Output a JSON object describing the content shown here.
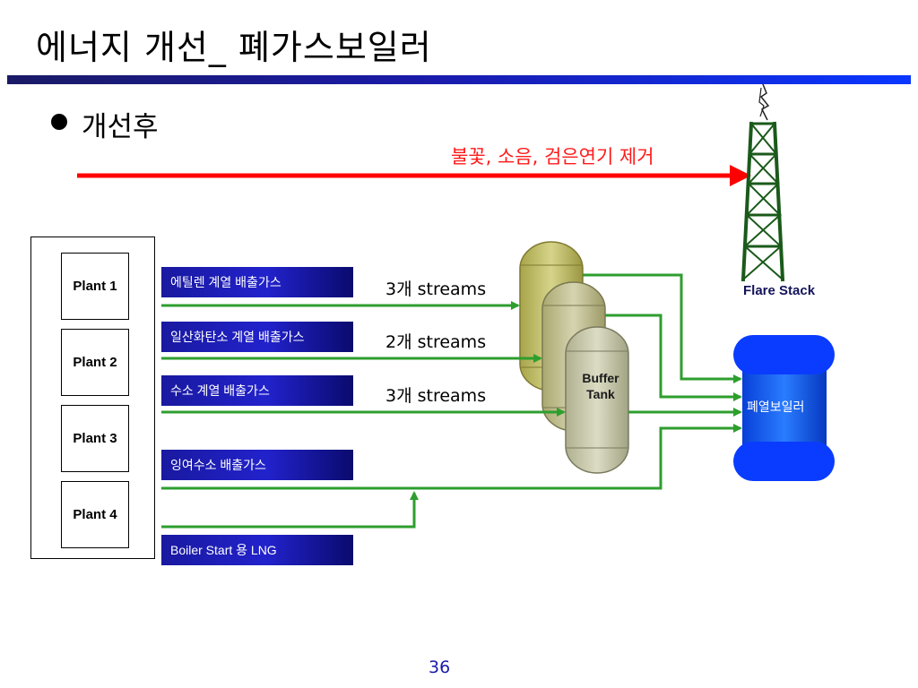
{
  "slide": {
    "title": "에너지 개선_ 폐가스보일러",
    "bullet": "개선후",
    "page_number": "36"
  },
  "diagram": {
    "arrow_label": "불꽃, 소음, 검은연기 제거",
    "plants": [
      "Plant 1",
      "Plant 2",
      "Plant 3",
      "Plant 4"
    ],
    "gas_streams": [
      "에틸렌 계열 배출가스",
      "일산화탄소 계열 배출가스",
      "수소 계열 배출가스",
      "잉여수소 배출가스",
      "Boiler Start 용 LNG"
    ],
    "stream_counts": [
      "3개 streams",
      "2개 streams",
      "3개 streams"
    ],
    "buffer_tank_label": [
      "Buffer",
      "Tank"
    ],
    "boiler_label": "폐열보일러",
    "flare_stack_label": "Flare Stack"
  },
  "colors": {
    "title_bar": "#1a1aa8",
    "red_arrow": "#ff0000",
    "flow_line": "#2e9e2e",
    "gas_box": "#1919a0",
    "boiler": "#0a55ff",
    "flare_tower": "#1a5a1a",
    "tank_1": "#c2c06a",
    "tank_2": "#c6c49a",
    "tank_3": "#c8c8a8"
  }
}
